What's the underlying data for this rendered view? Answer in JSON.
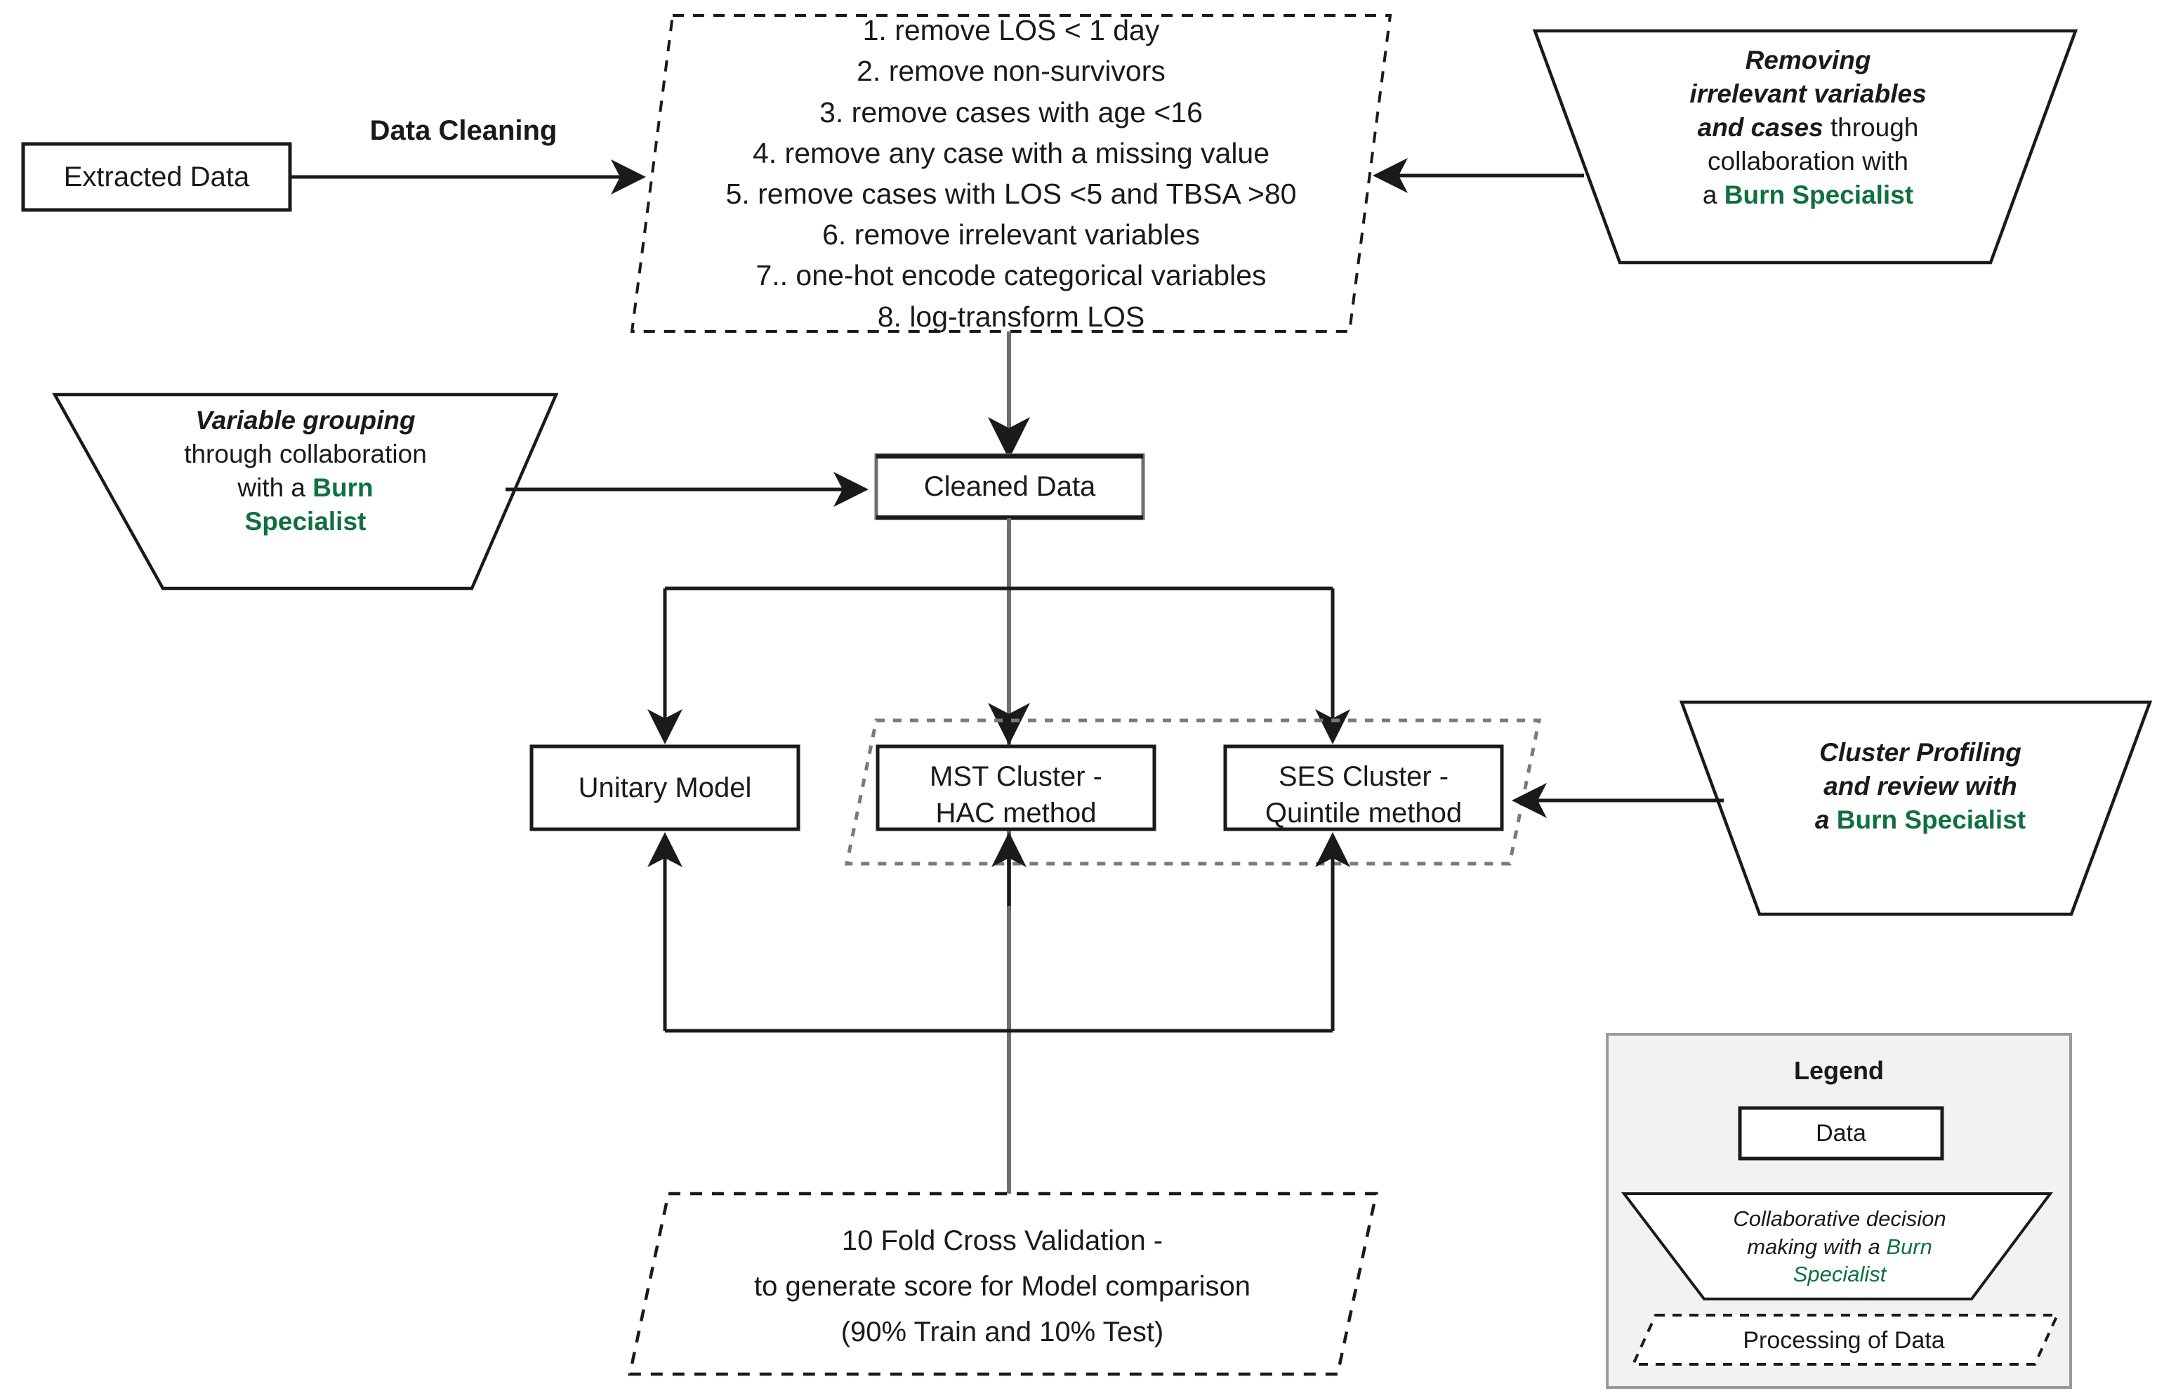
{
  "diagram": {
    "title": "Burn data modelling pipeline flowchart",
    "accent_green": "#10703f",
    "line_black": "#1a1a1a",
    "line_gray": "#6e6e6e",
    "legend_bg": "#f2f2f2"
  },
  "nodes": {
    "extracted_data": "Extracted Data",
    "cleaned_data": "Cleaned Data",
    "unitary_model": "Unitary Model",
    "mst_cluster": "MST Cluster -\nHAC method",
    "mst_cluster_line1": "MST Cluster -",
    "mst_cluster_line2": "HAC method",
    "ses_cluster_line1": "SES Cluster -",
    "ses_cluster_line2": "Quintile method"
  },
  "edges": {
    "data_cleaning_label": "Data Cleaning"
  },
  "cleaning_steps": [
    "1. remove LOS < 1 day",
    "2. remove non-survivors",
    "3. remove cases with age <16",
    "4. remove any case with a missing value",
    "5. remove cases with LOS <5 and TBSA >80",
    "6. remove irrelevant variables",
    "7.. one-hot encode categorical variables",
    "8. log-transform LOS"
  ],
  "cross_validation": [
    "10 Fold Cross Validation -",
    "to generate score for Model comparison",
    "(90% Train and 10% Test)"
  ],
  "trapezoids": {
    "removing": {
      "emphasis_line1": "Removing",
      "emphasis_line2": "irrelevant variables",
      "emphasis_line3": "and cases",
      "plain_after": " through",
      "line4": "collaboration with",
      "line5_prefix": "a ",
      "line5_green": "Burn Specialist"
    },
    "variable_grouping": {
      "emphasis": "Variable grouping",
      "line2": "through collaboration",
      "line3_prefix": "with a ",
      "line3_green": "Burn",
      "line4_green": "Specialist"
    },
    "cluster_profiling": {
      "emphasis_line1": "Cluster Profiling",
      "emphasis_line2": "and review with",
      "line3_prefix": "a ",
      "line3_green": "Burn Specialist"
    }
  },
  "legend": {
    "title": "Legend",
    "data_label": "Data",
    "collab_line1": "Collaborative decision",
    "collab_line2_prefix": "making with a ",
    "collab_line2_green": "Burn",
    "collab_line3_green": "Specialist",
    "processing_label": "Processing of Data"
  }
}
